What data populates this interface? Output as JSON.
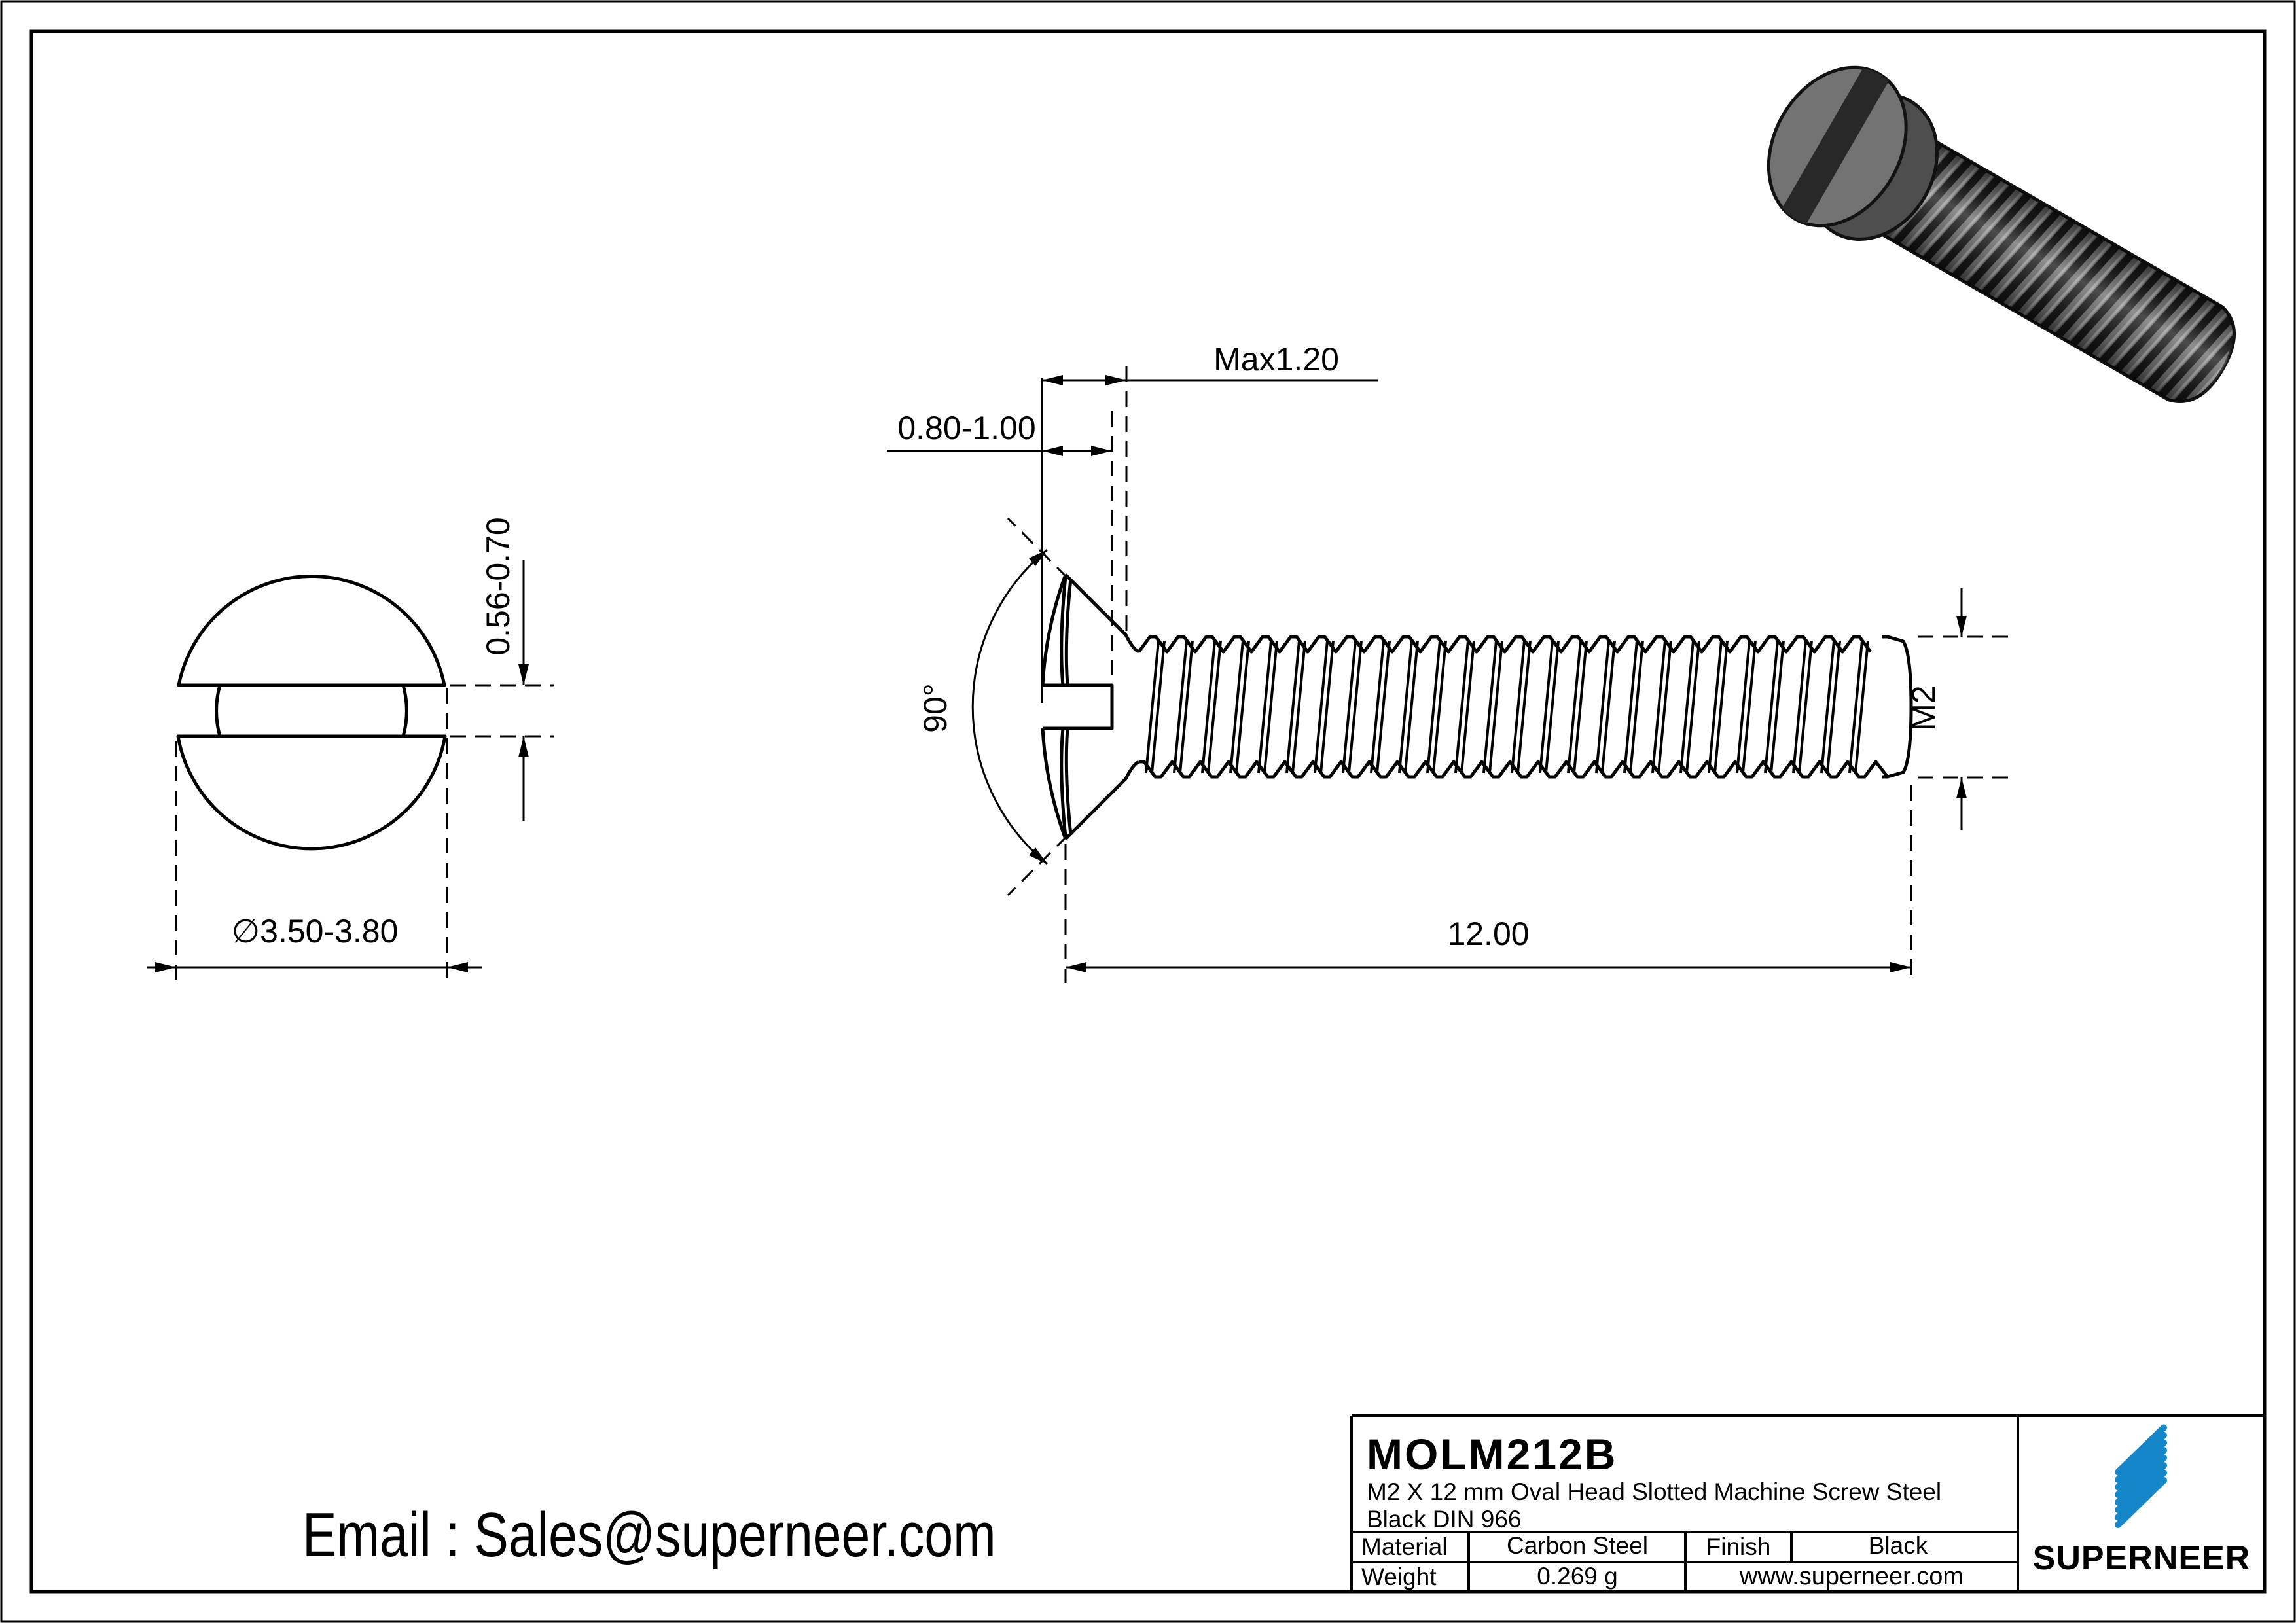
{
  "drawing": {
    "front_view": {
      "slot_width": "0.56-0.70",
      "head_diameter": "∅3.50-3.80"
    },
    "side_view": {
      "head_height": "Max1.20",
      "slot_depth": "0.80-1.00",
      "cone_angle": "90°",
      "length": "12.00",
      "thread_size": "M2"
    }
  },
  "contact": {
    "email_label": "Email : Sales@superneer.com"
  },
  "title_block": {
    "part_number": "MOLM212B",
    "description_line1": "M2 X 12 mm  Oval Head Slotted Machine Screw Steel",
    "description_line2": "Black DIN 966",
    "material_label": "Material",
    "material_value": "Carbon Steel",
    "finish_label": "Finish",
    "finish_value": "Black",
    "weight_label": "Weight",
    "weight_value": "0.269 g",
    "website": "www.superneer.com",
    "brand": "SUPERNEER"
  },
  "colors": {
    "brand_blue": "#1586c8",
    "link_blue": "#1e87cd",
    "line": "#000000",
    "background": "#ffffff"
  }
}
